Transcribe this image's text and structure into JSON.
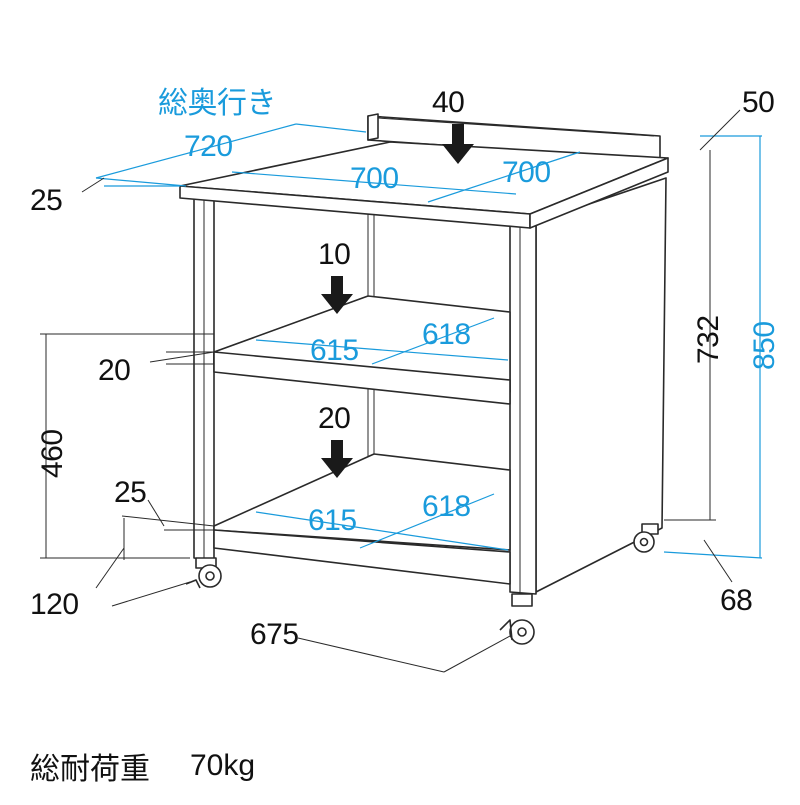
{
  "labels": {
    "total_depth_title": "総奥行き",
    "total_depth": "720",
    "top_load": "40",
    "back_panel_height": "50",
    "top_width": "700",
    "top_depth": "700",
    "top_overhang": "25",
    "shelf1_load": "10",
    "shelf1_width": "615",
    "shelf1_depth": "618",
    "shelf1_thickness": "20",
    "shelf2_load": "20",
    "shelf2_width": "615",
    "shelf2_depth": "618",
    "shelf2_thickness": "25",
    "inner_height": "732",
    "total_height": "850",
    "lower_height": "460",
    "bottom_clearance": "120",
    "base_width": "675",
    "caster_height": "68"
  },
  "footer": {
    "load_label": "総耐荷重",
    "load_value": "70kg"
  },
  "colors": {
    "accent": "#1a9bdc",
    "line": "#2a2a2a",
    "text": "#111111"
  }
}
